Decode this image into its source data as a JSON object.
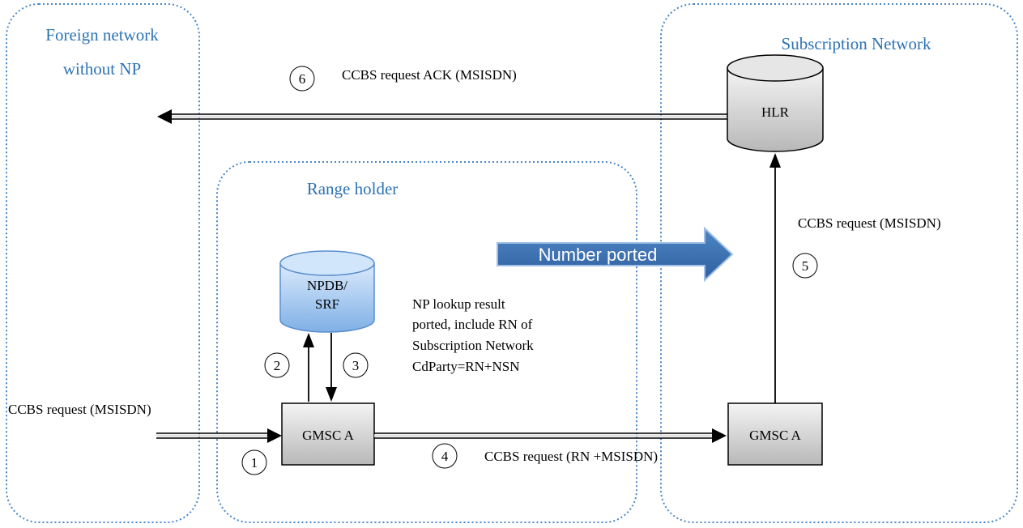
{
  "regions": {
    "foreign": {
      "title_line1": "Foreign network",
      "title_line2": "without NP"
    },
    "subscription": {
      "title": "Subscription Network"
    },
    "range_holder": {
      "title": "Range holder"
    }
  },
  "nodes": {
    "hlr": "HLR",
    "npdb_line1": "NPDB/",
    "npdb_line2": "SRF",
    "gmsc_left": "GMSC A",
    "gmsc_right": "GMSC A"
  },
  "banner": {
    "label": "Number ported"
  },
  "steps": {
    "s1": "1",
    "s2": "2",
    "s3": "3",
    "s4": "4",
    "s5": "5",
    "s6": "6"
  },
  "messages": {
    "ack": "CCBS request ACK (MSISDN)",
    "incoming": "CCBS request (MSISDN)",
    "to_hlr": "CCBS request (MSISDN)",
    "to_gmsc": "CCBS request (RN +MSISDN)",
    "np_result_line1": "NP lookup result",
    "np_result_line2": "ported, include RN of",
    "np_result_line3": "Subscription Network",
    "np_result_line4": "CdParty=RN+NSN"
  },
  "colors": {
    "region_border": "#4a86c6",
    "region_title": "#2e74b5",
    "banner_fill": "#3a6fb0",
    "npdb_fill": "#9cc3ee",
    "node_fill": "#d9d9d9"
  }
}
